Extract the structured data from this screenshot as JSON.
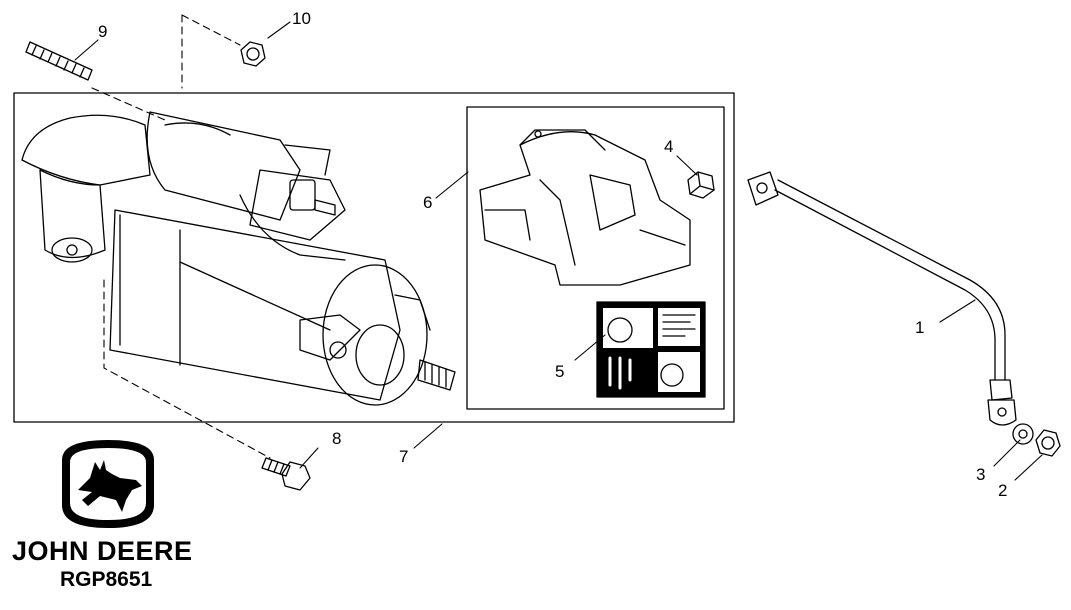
{
  "callouts": {
    "c1": "1",
    "c2": "2",
    "c3": "3",
    "c4": "4",
    "c5": "5",
    "c6": "6",
    "c7": "7",
    "c8": "8",
    "c9": "9",
    "c10": "10"
  },
  "brand": {
    "name": "JOHN DEERE",
    "logo_icon": "deer-logo-icon"
  },
  "figure_id": "RGP8651",
  "colors": {
    "line": "#000000",
    "background": "#ffffff"
  }
}
